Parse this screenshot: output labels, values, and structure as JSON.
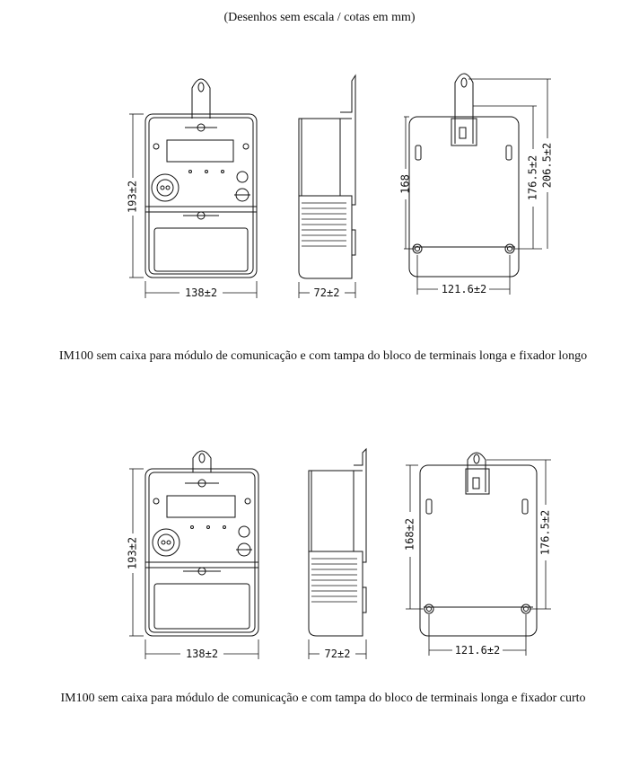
{
  "header": {
    "note": "(Desenhos sem escala / cotas em mm)"
  },
  "figure1": {
    "caption": "IM100 sem caixa para módulo de comunicação e com tampa do bloco de terminais longa e fixador longo",
    "dims": {
      "height": "193±2",
      "width": "138±2",
      "depth": "72±2",
      "rear_hole_spacing": "121.6±2",
      "rear_height": "168",
      "rear_hole_height": "176.5±2",
      "rear_total_height": "206.5±2"
    }
  },
  "figure2": {
    "caption": "IM100 sem caixa para módulo de comunicação e com tampa do bloco de terminais longa e fixador curto",
    "dims": {
      "height": "193±2",
      "width": "138±2",
      "depth": "72±2",
      "rear_hole_spacing": "121.6±2",
      "rear_height": "168±2",
      "rear_hole_height": "176.5±2"
    }
  }
}
